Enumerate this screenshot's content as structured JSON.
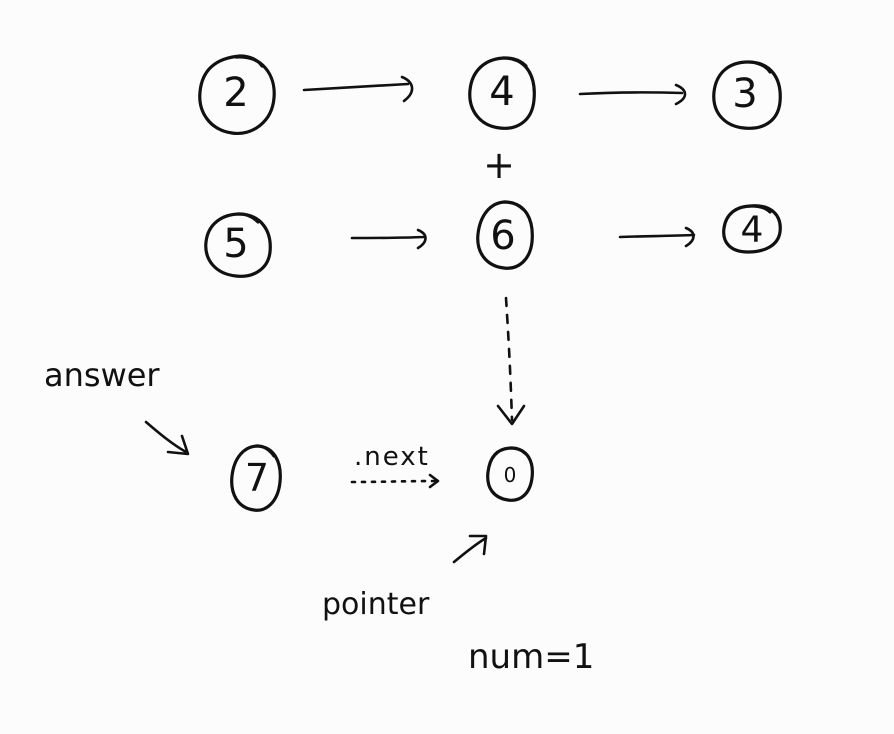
{
  "diagram": {
    "list1": {
      "values": [
        "2",
        "4",
        "3"
      ]
    },
    "operator": "+",
    "list2": {
      "values": [
        "5",
        "6",
        "4"
      ]
    },
    "result": {
      "answer_label": "answer",
      "first_value": "7",
      "next_label": ".next",
      "second_value": "0",
      "pointer_label": "pointer",
      "carry_text": "num=1"
    },
    "ink_color": "#111111",
    "background_color": "#fcfcfc"
  }
}
